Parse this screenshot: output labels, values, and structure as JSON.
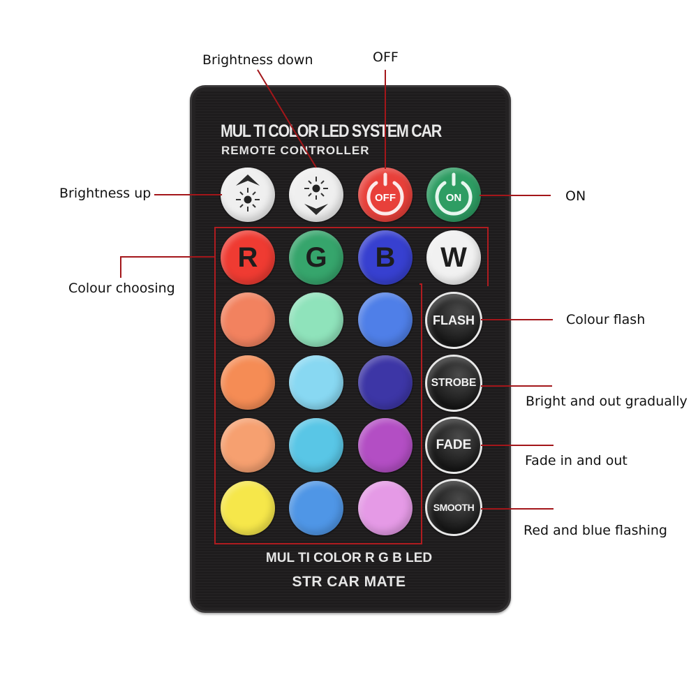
{
  "annotations": {
    "brightness_down": "Brightness down",
    "off": "OFF",
    "brightness_up": "Brightness up",
    "on": "ON",
    "colour_choosing": "Colour choosing",
    "colour_flash": "Colour flash",
    "strobe": "Bright and out gradually",
    "fade": "Fade in and out",
    "smooth": "Red and blue flashing"
  },
  "remote": {
    "title_line1": "MUL TI COLOR LED SYSTEM CAR",
    "title_line2": "REMOTE CONTROLLER",
    "footer_line1": "MUL TI COLOR R G B LED",
    "footer_line2": "STR CAR MATE",
    "top_buttons": [
      {
        "id": "brightness-up",
        "icon": "brightness-up-icon",
        "color": "#efefef"
      },
      {
        "id": "brightness-down",
        "icon": "brightness-down-icon",
        "color": "#efefef"
      },
      {
        "id": "off",
        "label": "OFF",
        "icon": "power-icon",
        "color": "#e8403a"
      },
      {
        "id": "on",
        "label": "ON",
        "icon": "power-icon",
        "color": "#2e9d63"
      }
    ],
    "primary_buttons": [
      {
        "label": "R",
        "color": "#ef3b32"
      },
      {
        "label": "G",
        "color": "#36a56c"
      },
      {
        "label": "B",
        "color": "#3740d0"
      },
      {
        "label": "W",
        "color": "#f1f1f1"
      }
    ],
    "color_grid": [
      [
        "#f2825f",
        "#8fe3bb",
        "#4f7fe8"
      ],
      [
        "#f58c55",
        "#88d8f2",
        "#3d36a6"
      ],
      [
        "#f6a070",
        "#59c6e6",
        "#b34ec4"
      ],
      [
        "#f6e74a",
        "#4f96e6",
        "#e59ae6"
      ]
    ],
    "mode_buttons": [
      {
        "label": "FLASH"
      },
      {
        "label": "STROBE"
      },
      {
        "label": "FADE"
      },
      {
        "label": "SMOOTH"
      }
    ]
  },
  "colors": {
    "leader_line": "#a3161a",
    "remote_body": "#1e1c1d"
  }
}
